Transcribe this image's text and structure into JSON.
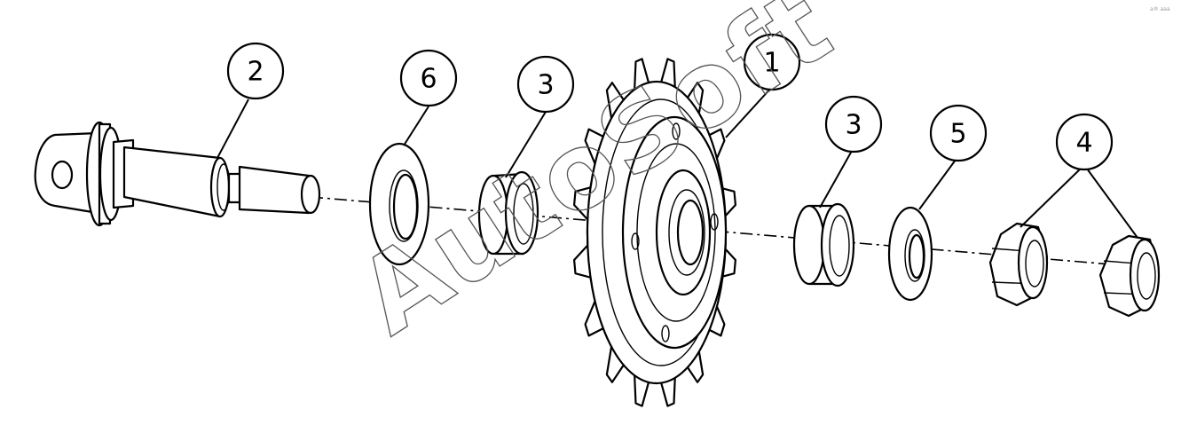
{
  "diagram": {
    "callouts": [
      {
        "id": "c2",
        "label": "2"
      },
      {
        "id": "c6",
        "label": "6"
      },
      {
        "id": "c3a",
        "label": "3"
      },
      {
        "id": "c1",
        "label": "1"
      },
      {
        "id": "c3b",
        "label": "3"
      },
      {
        "id": "c5",
        "label": "5"
      },
      {
        "id": "c4",
        "label": "4"
      }
    ],
    "parts": [
      {
        "callout": "2",
        "name": "pin"
      },
      {
        "callout": "6",
        "name": "washer"
      },
      {
        "callout": "3",
        "name": "bushing"
      },
      {
        "callout": "1",
        "name": "sprocket"
      },
      {
        "callout": "3",
        "name": "bushing"
      },
      {
        "callout": "5",
        "name": "washer"
      },
      {
        "callout": "4",
        "name": "nut"
      },
      {
        "callout": "4",
        "name": "nut"
      }
    ]
  },
  "watermark": {
    "text": "AutoSoft"
  },
  "corner_mark": {
    "text": "a® aaa"
  }
}
